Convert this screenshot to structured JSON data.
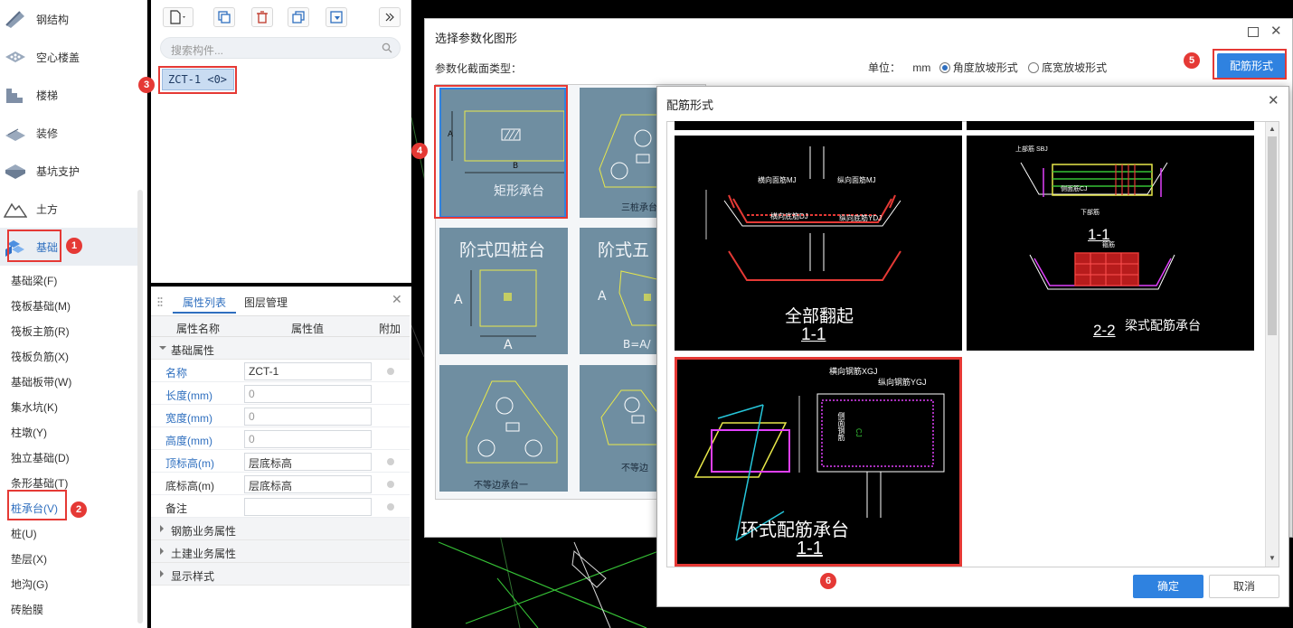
{
  "leftnav": {
    "items": [
      {
        "label": "钢结构",
        "icon": "steel-structure-icon"
      },
      {
        "label": "空心楼盖",
        "icon": "hollow-floor-icon"
      },
      {
        "label": "楼梯",
        "icon": "stairs-icon"
      },
      {
        "label": "装修",
        "icon": "decoration-icon"
      },
      {
        "label": "基坑支护",
        "icon": "pit-support-icon"
      },
      {
        "label": "土方",
        "icon": "earthwork-icon"
      },
      {
        "label": "基础",
        "icon": "foundation-icon"
      }
    ],
    "subitems": [
      "基础梁(F)",
      "筏板基础(M)",
      "筏板主筋(R)",
      "筏板负筋(X)",
      "基础板带(W)",
      "集水坑(K)",
      "柱墩(Y)",
      "独立基础(D)",
      "条形基础(T)",
      "桩承台(V)",
      "桩(U)",
      "垫层(X)",
      "地沟(G)",
      "砖胎膜"
    ]
  },
  "badges": [
    "1",
    "2",
    "3",
    "4",
    "5",
    "6"
  ],
  "component_panel": {
    "search_placeholder": "搜索构件...",
    "component": "ZCT-1 <0>"
  },
  "props": {
    "tab_active": "属性列表",
    "tab_other": "图层管理",
    "col_name": "属性名称",
    "col_value": "属性值",
    "col_extra": "附加",
    "group_basic": "基础属性",
    "rows": [
      {
        "name": "名称",
        "value": "ZCT-1"
      },
      {
        "name": "长度(mm)",
        "value": "0"
      },
      {
        "name": "宽度(mm)",
        "value": "0"
      },
      {
        "name": "高度(mm)",
        "value": "0"
      },
      {
        "name": "顶标高(m)",
        "value": "层底标高"
      },
      {
        "name": "底标高(m)",
        "value": "层底标高"
      },
      {
        "name": "备注",
        "value": ""
      }
    ],
    "groups_collapsed": [
      "钢筋业务属性",
      "土建业务属性",
      "显示样式"
    ]
  },
  "dialog1": {
    "title": "选择参数化图形",
    "section_label": "参数化截面类型：",
    "unit_label": "单位：",
    "unit": "mm",
    "radio1": "角度放坡形式",
    "radio2": "底宽放坡形式",
    "rebar_button": "配筋形式",
    "tiles": {
      "t1": "矩形承台",
      "t2": "三桩承台",
      "t3": "阶式四桩台",
      "t4": "阶式五",
      "t4b": "B=A/",
      "t6": "不等边承台一",
      "t7": "不等边",
      "dimA": "A",
      "dimB": "B"
    }
  },
  "dialog2": {
    "title": "配筋形式",
    "cards": {
      "c1_title": "全部翻起",
      "c1_sec": "1-1",
      "c1_l1": "横向面筋MJ",
      "c1_l2": "纵向面筋MJ",
      "c1_l3": "横向底筋DJ",
      "c1_l4": "纵向底筋YDJ",
      "c2_sec1": "1-1",
      "c2_sec2": "2-2",
      "c2_title": "梁式配筋承台",
      "c2_l1": "上部筋 SBJ",
      "c2_l2": "侧面筋CJ",
      "c2_l3": "下部筋",
      "c2_l4": "箍筋",
      "c3_title": "环式配筋承台",
      "c3_sec": "1-1",
      "c3_l1": "横向钢筋XGJ",
      "c3_l2": "纵向钢筋YGJ",
      "c3_l3": "侧面钢筋",
      "c3_l4": "CJ"
    },
    "ok": "确定",
    "cancel": "取消"
  },
  "colors": {
    "accent": "#2f82e0",
    "highlight": "#e53935",
    "tile_bg": "#6f8ea1",
    "cad_bg": "#000000"
  }
}
